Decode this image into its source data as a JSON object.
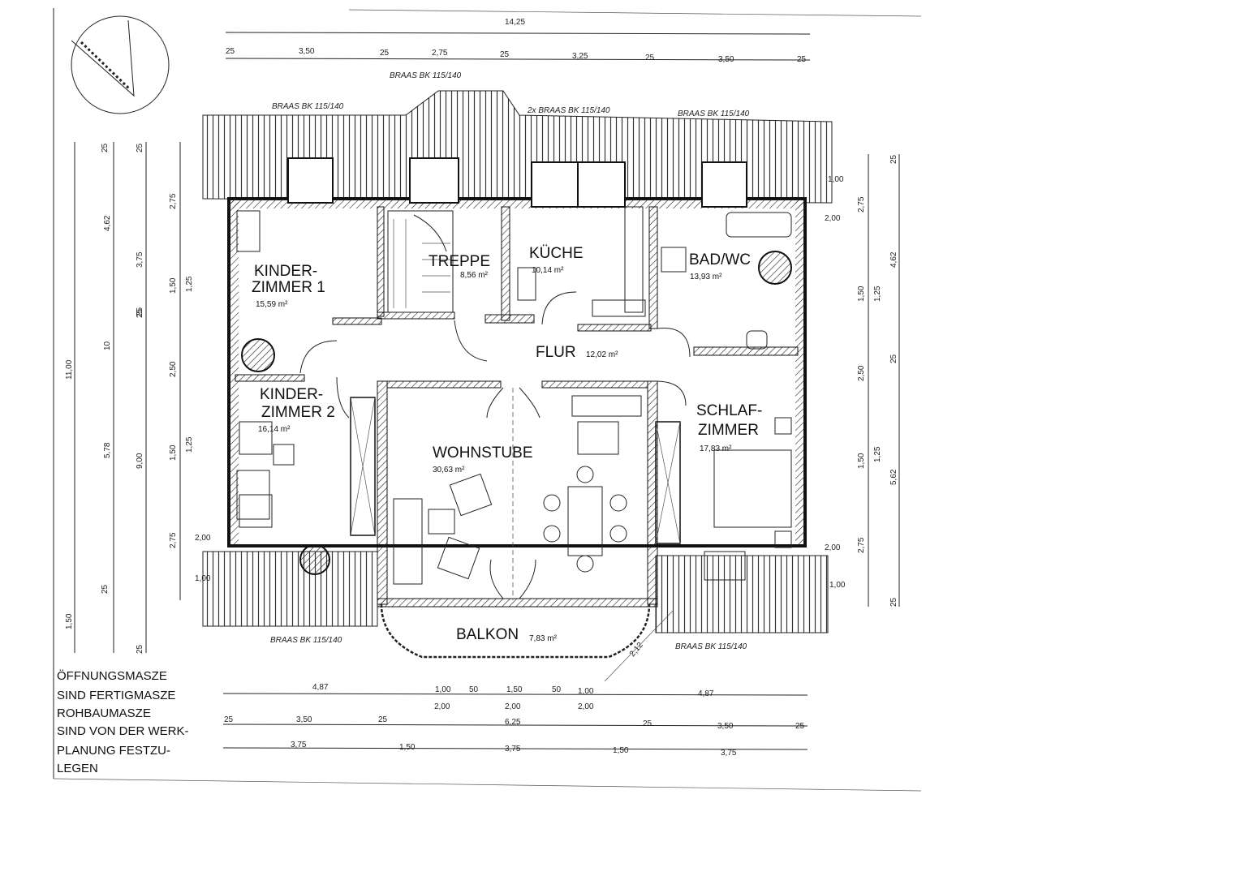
{
  "dims_top": {
    "overall": "14,25",
    "row1": [
      "25",
      "3,50",
      "25",
      "2,75",
      "25",
      "3,25",
      "25",
      "3,50",
      "25"
    ]
  },
  "roof_labels": {
    "top_center": "BRAAS BK 115/140",
    "top_left": "BRAAS BK 115/140",
    "top_mid": "2x BRAAS BK 115/140",
    "top_right": "BRAAS BK 115/140",
    "bottom_left": "BRAAS BK 115/140",
    "bottom_right": "BRAAS BK 115/140"
  },
  "rooms": {
    "kinder1_line1": "KINDER-",
    "kinder1_line2": "ZIMMER 1",
    "kinder1_area": "15,59 m²",
    "treppe": "TREPPE",
    "treppe_area": "8,56 m²",
    "kueche": "KÜCHE",
    "kueche_area": "10,14 m²",
    "bad": "BAD/WC",
    "bad_area": "13,93 m²",
    "flur": "FLUR",
    "flur_area": "12,02 m²",
    "kinder2_line1": "KINDER-",
    "kinder2_line2": "ZIMMER 2",
    "kinder2_area": "16,14 m²",
    "wohn": "WOHNSTUBE",
    "wohn_area": "30,63 m²",
    "schlaf_line1": "SCHLAF-",
    "schlaf_line2": "ZIMMER",
    "schlaf_area": "17,83 m²",
    "balkon": "BALKON",
    "balkon_area": "7,83 m²"
  },
  "dims_left": {
    "outer": "11,00",
    "mid_a": [
      "4,62",
      "10",
      "5,78"
    ],
    "mid_b": [
      "25",
      "3,75",
      "25",
      "9,00",
      "25"
    ],
    "inner": [
      "2,75",
      "1,50",
      "2,50",
      "1,50",
      "2,75"
    ],
    "inner_b": [
      "1,25",
      "1,25"
    ],
    "extra": [
      "2,00",
      "1,00",
      "1,50",
      "25",
      "25",
      "25"
    ]
  },
  "dims_right": {
    "outer": [
      "4,62",
      "5,62"
    ],
    "inner": [
      "2,75",
      "1,50",
      "2,50",
      "1,50",
      "2,75"
    ],
    "inner_b": [
      "1,25",
      "1,25"
    ],
    "small": [
      "25",
      "25",
      "25"
    ],
    "extra": [
      "1,00",
      "2,00",
      "2,00",
      "1,00"
    ]
  },
  "balkon_diag": "2,12",
  "dims_bottom": {
    "row1": [
      "4,87",
      "1,00",
      "50",
      "1,50",
      "50",
      "1,00",
      "4,87"
    ],
    "row1b": [
      "2,00",
      "2,00",
      "2,00"
    ],
    "row2": [
      "25",
      "3,50",
      "25",
      "6,25",
      "25",
      "3,50",
      "25"
    ],
    "row3": [
      "3,75",
      "1,50",
      "3,75",
      "1,50",
      "3,75"
    ]
  },
  "notes": [
    "ÖFFNUNGSMASZE",
    "SIND FERTIGMASZE",
    "ROHBAUMASZE",
    "SIND VON DER WERK-",
    "PLANUNG FESTZU-",
    "LEGEN"
  ]
}
